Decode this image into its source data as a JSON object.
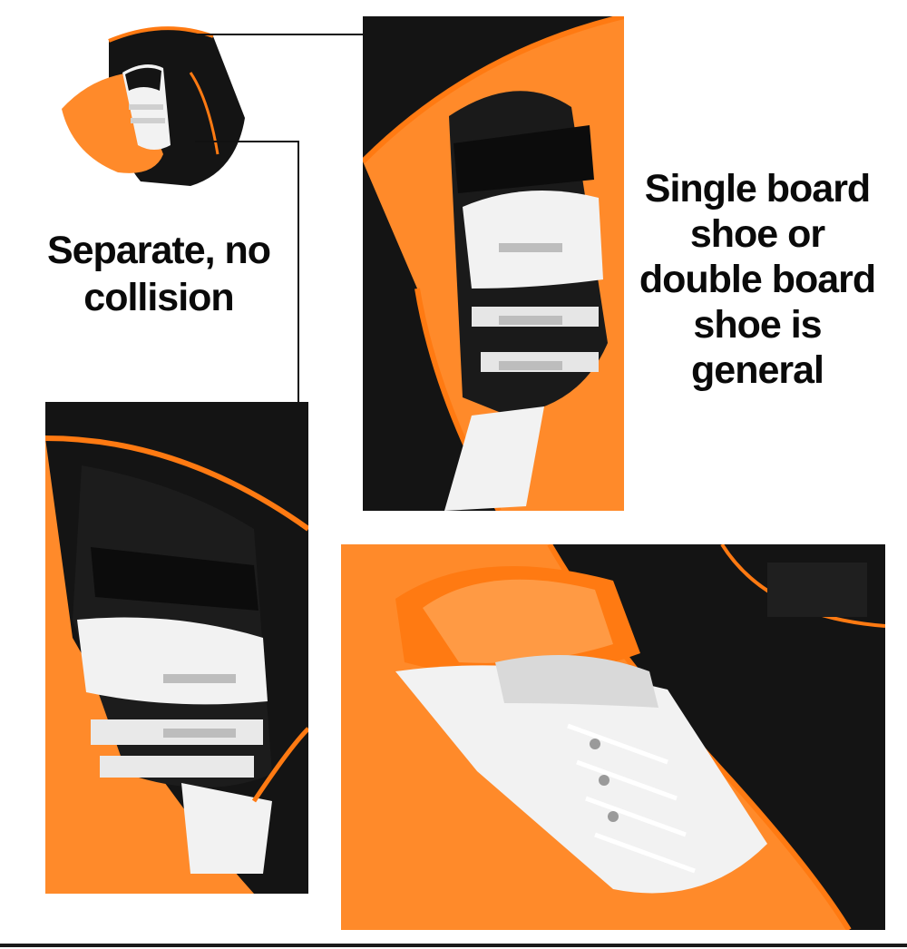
{
  "captions": {
    "left": {
      "line1": "Separate, no",
      "line2": "collision"
    },
    "right": {
      "line1": "Single board",
      "line2": "shoe or",
      "line3": "double board",
      "line4": "shoe is",
      "line5": "general"
    }
  },
  "photos": {
    "overview": "boot-bag-overview-photo",
    "top": "ski-boot-top-photo",
    "left": "ski-boot-side-photo",
    "bottom": "snowboard-boot-photo"
  },
  "colors": {
    "bag_black": "#141414",
    "lining_orange": "#ff8a2a",
    "piping_orange": "#ff7a12",
    "boot_white": "#f2f2f2",
    "caption_text": "#0a0a0a"
  }
}
